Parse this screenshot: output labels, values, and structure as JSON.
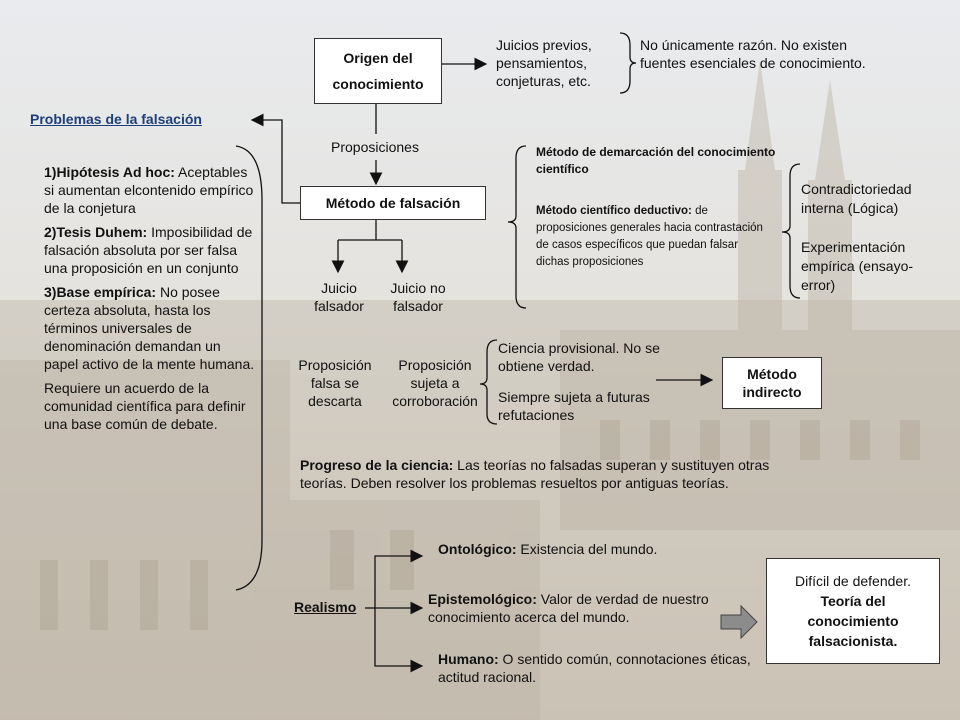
{
  "origin_box": {
    "line1": "Origen del",
    "line2": "conocimiento"
  },
  "previous_judgments": "Juicios previos, pensamientos, conjeturas, etc.",
  "not_only_reason": "No únicamente razón. No existen fuentes esenciales de conocimiento.",
  "problems_title": "Problemas de la falsación",
  "propositions_label": "Proposiciones",
  "falsation_method": "Método de falsación",
  "demarcation": "Método de demarcación del conocimiento científico",
  "deductive": {
    "bold": "Método científico deductivo:",
    "text": " de proposiciones generales hacia contrastación de casos específicos que puedan falsar dichas proposiciones"
  },
  "contradiction": "Contradictoriedad interna (Lógica)",
  "experimentation": "Experimentación empírica (ensayo-error)",
  "problems": [
    {
      "bold": "1)Hipótesis Ad hoc:",
      "text": " Aceptables si aumentan elcontenido empírico de la conjetura"
    },
    {
      "bold": "2)Tesis Duhem:",
      "text": " Imposibilidad de falsación absoluta por ser falsa una proposición en un conjunto"
    },
    {
      "bold": "3)Base empírica:",
      "text": " No posee certeza absoluta, hasta los términos universales de denominación demandan un papel activo de la mente humana."
    },
    {
      "bold": "",
      "text": "Requiere un acuerdo de la comunidad científica para definir una base común de debate."
    }
  ],
  "judgment_falsifier": "Juicio falsador",
  "judgment_non_falsifier": "Juicio no falsador",
  "proposition_false": "Proposición falsa se descarta",
  "proposition_corroboration": "Proposición sujeta a corroboración",
  "provisional_science": "Ciencia provisional. No se obtiene verdad.",
  "subject_refutations": "Siempre sujeta a futuras refutaciones",
  "indirect_method": "Método indirecto",
  "progress": {
    "bold": "Progreso de la ciencia:",
    "text": " Las teorías no falsadas superan y sustituyen otras teorías. Deben resolver los problemas resueltos por antiguas teorías."
  },
  "realism": "Realismo",
  "ontological": {
    "bold": "Ontológico:",
    "text": " Existencia del mundo."
  },
  "epistemological": {
    "bold": "Epistemológico:",
    "text": " Valor de verdad de nuestro conocimiento acerca del mundo."
  },
  "human": {
    "bold": "Humano:",
    "text": " O sentido común, connotaciones éticas, actitud racional."
  },
  "final_box": {
    "plain": "Difícil de defender.",
    "bold": "Teoría del conocimiento falsacionista."
  }
}
